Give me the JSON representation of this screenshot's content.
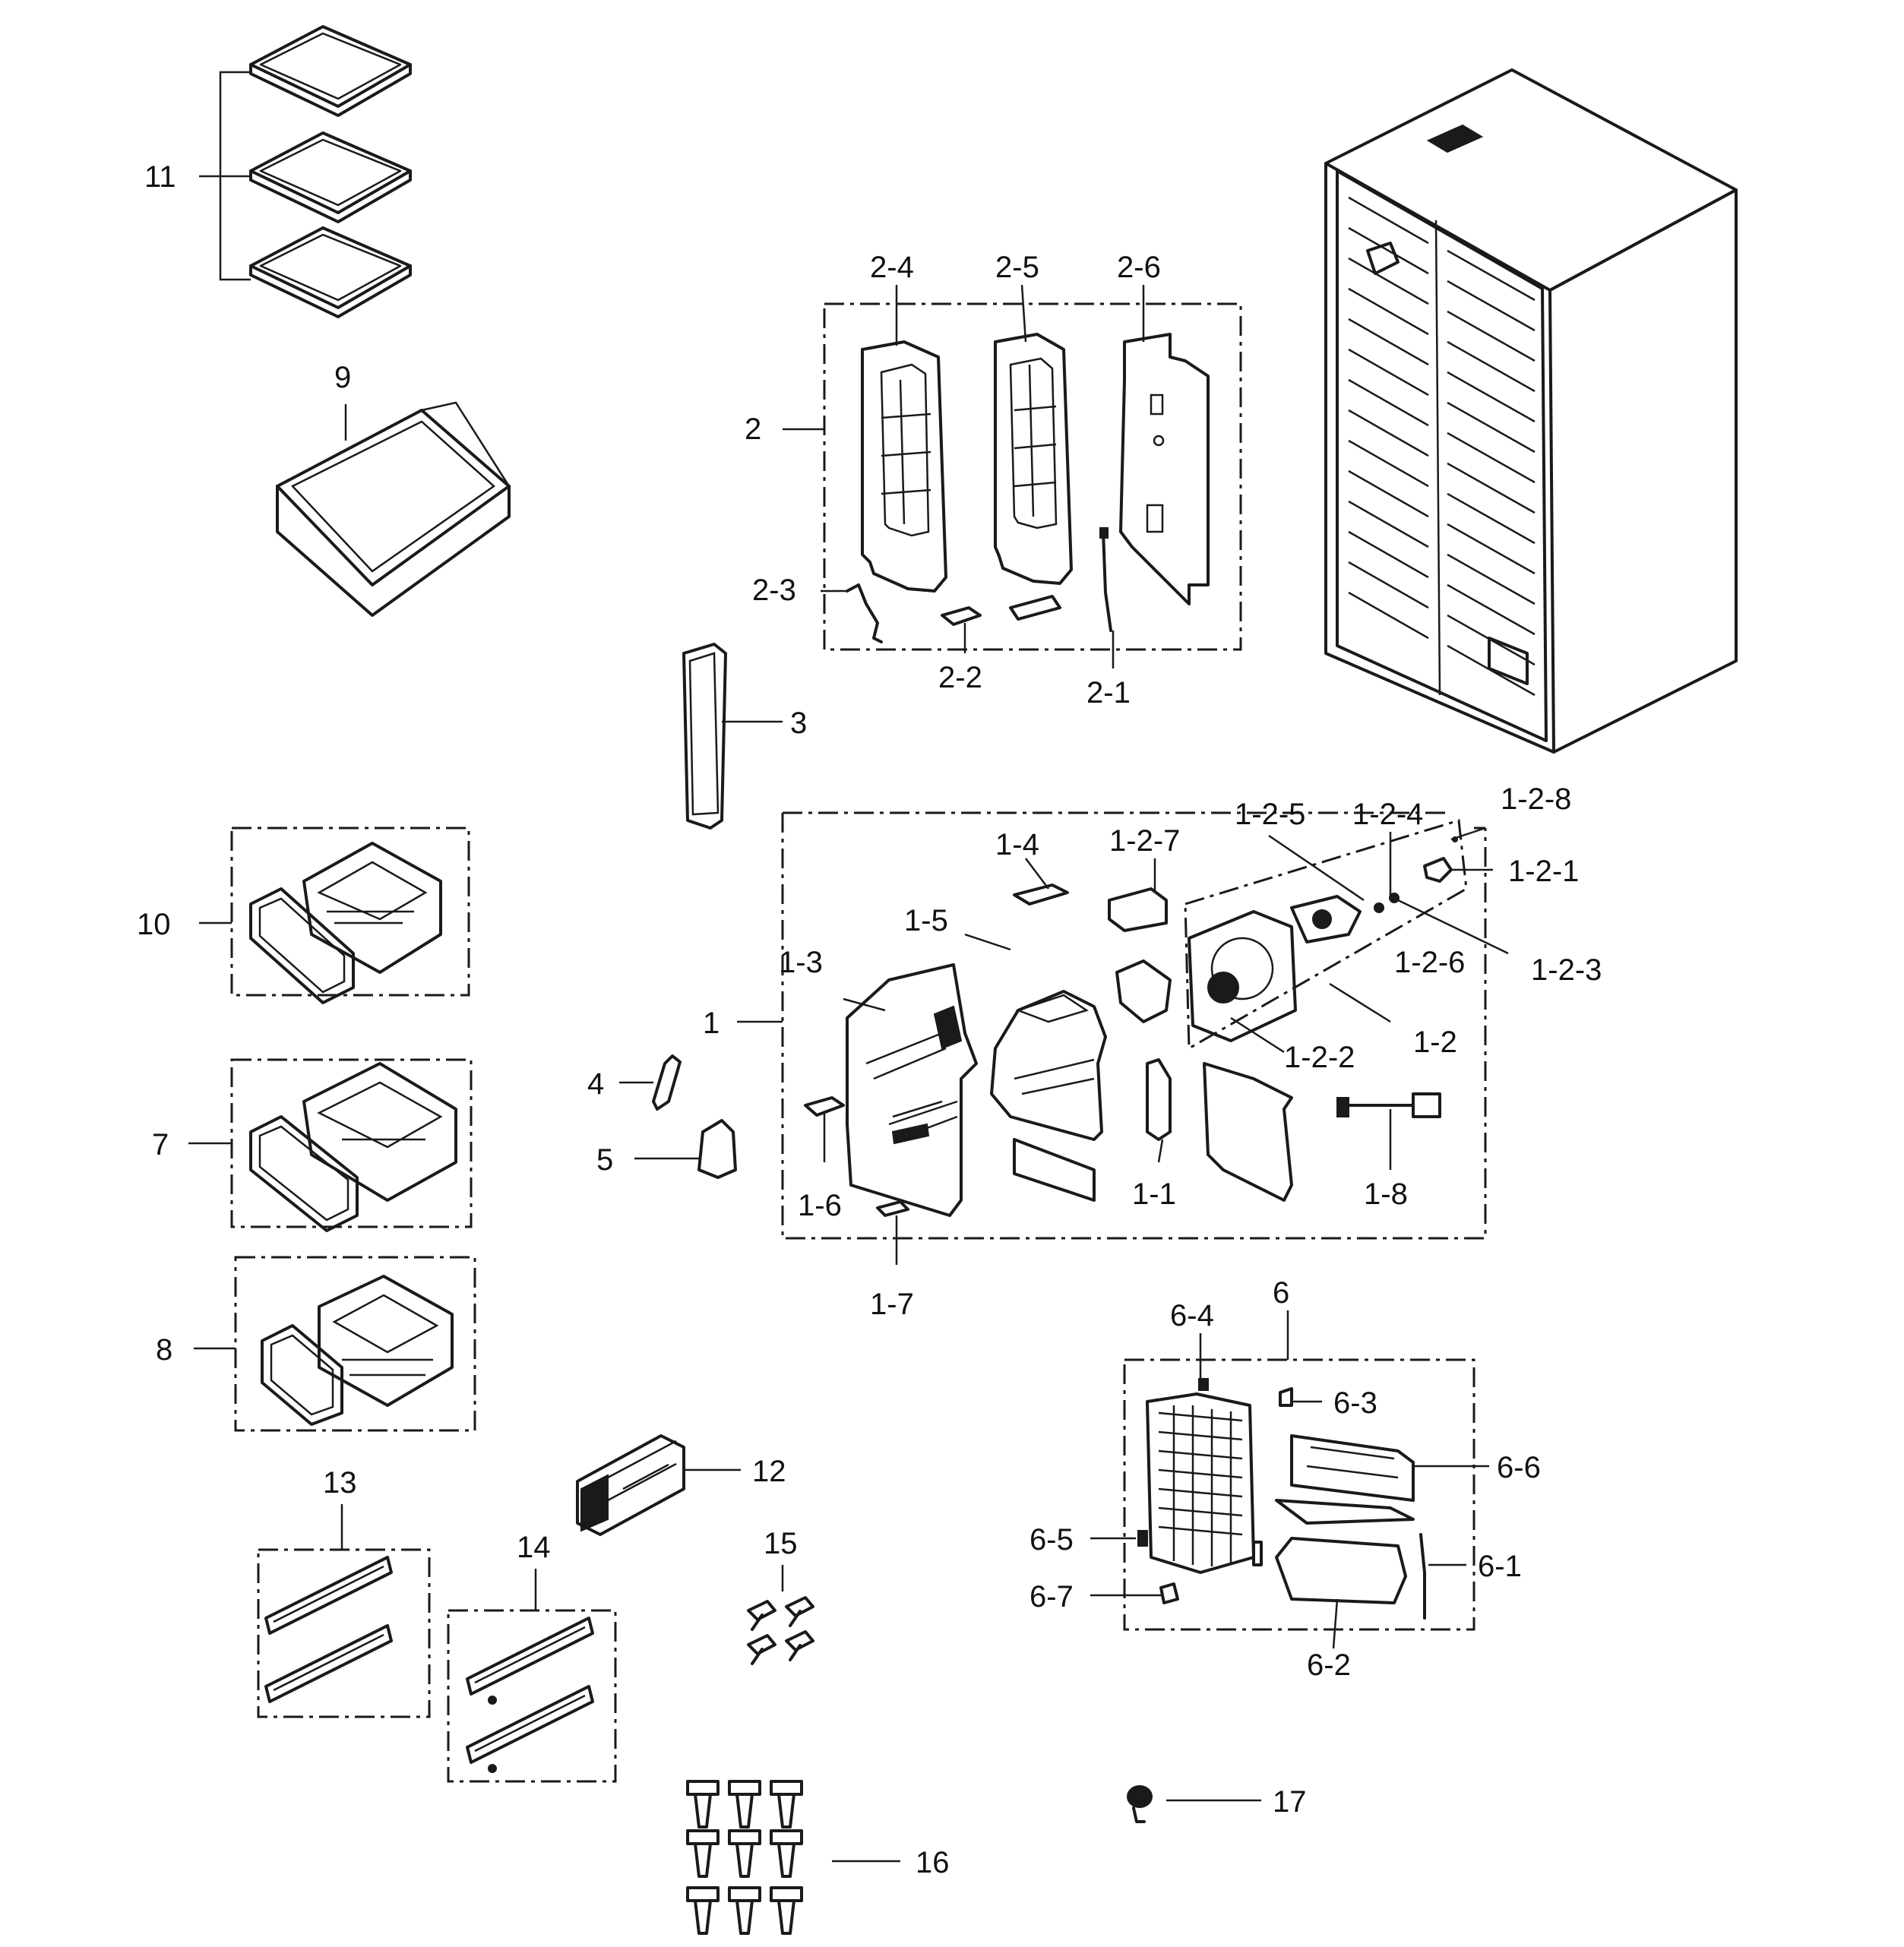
{
  "labels": {
    "l11": "11",
    "l9": "9",
    "l10": "10",
    "l7": "7",
    "l8": "8",
    "l13": "13",
    "l14": "14",
    "l12": "12",
    "l15": "15",
    "l16": "16",
    "l17": "17",
    "l2": "2",
    "l2_1": "2-1",
    "l2_2": "2-2",
    "l2_3": "2-3",
    "l2_4": "2-4",
    "l2_5": "2-5",
    "l2_6": "2-6",
    "l3": "3",
    "l4": "4",
    "l5": "5",
    "l1": "1",
    "l1_1": "1-1",
    "l1_2": "1-2",
    "l1_3": "1-3",
    "l1_4": "1-4",
    "l1_5": "1-5",
    "l1_6": "1-6",
    "l1_7": "1-7",
    "l1_8": "1-8",
    "l1_2_1": "1-2-1",
    "l1_2_2": "1-2-2",
    "l1_2_3": "1-2-3",
    "l1_2_4": "1-2-4",
    "l1_2_5": "1-2-5",
    "l1_2_6": "1-2-6",
    "l1_2_7": "1-2-7",
    "l1_2_8": "1-2-8",
    "l6": "6",
    "l6_1": "6-1",
    "l6_2": "6-2",
    "l6_3": "6-3",
    "l6_4": "6-4",
    "l6_5": "6-5",
    "l6_6": "6-6",
    "l6_7": "6-7"
  }
}
